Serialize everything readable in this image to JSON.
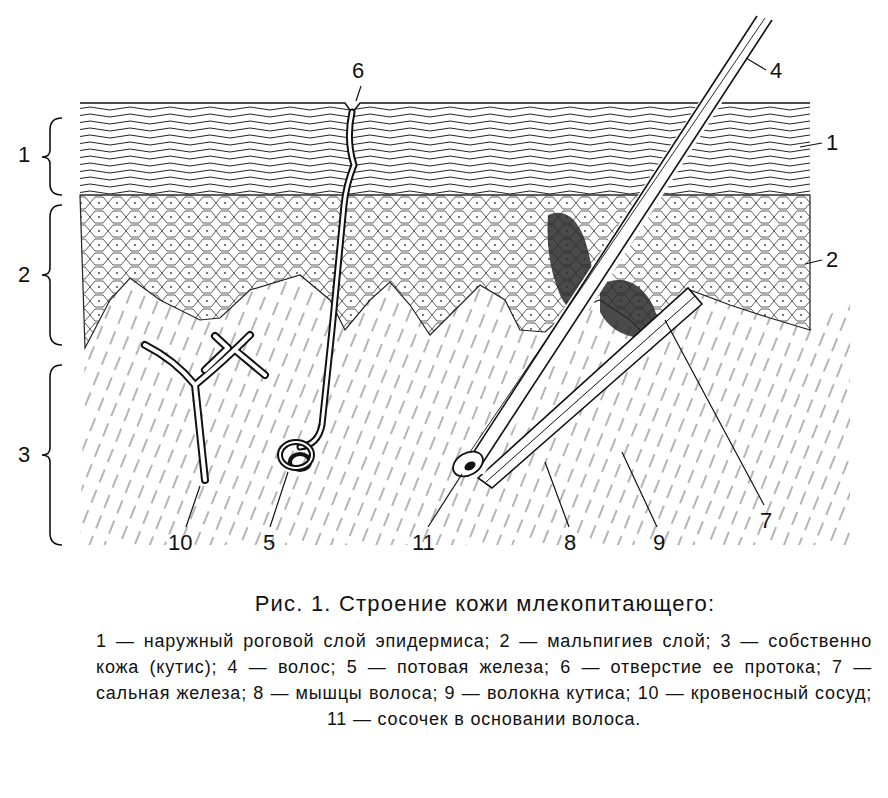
{
  "diagram": {
    "caption": "Рис. 1. Строение кожи млекопитающего:",
    "labels": [
      "6",
      "4",
      "1",
      "1",
      "2",
      "2",
      "3",
      "7",
      "10",
      "5",
      "11",
      "8",
      "9",
      "1 — наружный роговой слой эпидермиса; 2 — мальпигиев слой; 3 — собственно кожа (кутис); 4 — волос; 5 — потовая железа; 6 — отверстие ее протока; 7 — сальная железа; 8 — мышцы волоса; 9 — волокна кутиса; 10 — кровеносный сосуд; 11 — сосочек в основании волоса."
    ]
  }
}
